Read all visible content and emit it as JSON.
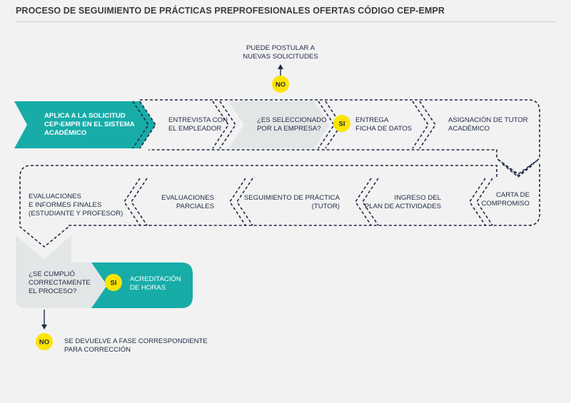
{
  "title": "PROCESO DE SEGUIMIENTO DE PRÁCTICAS PREPROFESIONALES OFERTAS CÓDIGO CEP-EMPR",
  "colors": {
    "teal": "#17aca8",
    "gray_fill": "#e3e6e6",
    "navy": "#1f2a44",
    "yellow": "#fde400",
    "background": "#f2f2f2"
  },
  "steps": {
    "aplica": [
      "APLICA A LA SOLICITUD",
      "CEP-EMPR EN EL SISTEMA",
      "ACADÉMICO"
    ],
    "entrevista": [
      "ENTREVISTA CON",
      "EL EMPLEADOR"
    ],
    "seleccionado": [
      "¿ES SELECCIONADO",
      "POR LA EMPRESA?"
    ],
    "ficha": [
      "ENTREGA",
      "FICHA DE DATOS"
    ],
    "tutor": [
      "ASIGNACIÓN DE TUTOR",
      "ACADÉMICO"
    ],
    "carta": [
      "CARTA DE",
      "COMPROMISO"
    ],
    "plan": [
      "INGRESO DEL",
      "PLAN DE ACTIVIDADES"
    ],
    "seguimiento": [
      "SEGUIMIENTO DE PRÁCTICA",
      "(TUTOR)"
    ],
    "parciales": [
      "EVALUACIONES",
      "PARCIALES"
    ],
    "finales": [
      "EVALUACIONES",
      "E INFORMES FINALES",
      "(ESTUDIANTE Y PROFESOR)"
    ],
    "cumplio": [
      "¿SE CUMPLIÓ",
      "CORRECTAMENTE",
      "EL PROCESO?"
    ],
    "acreditacion": [
      "ACREDITACIÓN",
      "DE HORAS"
    ]
  },
  "outcomes": {
    "postular": [
      "PUEDE POSTULAR A",
      "NUEVAS SOLICITUDES"
    ],
    "devuelve": [
      "SE DEVUELVE A FASE CORRESPONDIENTE",
      "PARA CORRECCIÓN"
    ]
  },
  "badges": {
    "no_top": "NO",
    "si_selected": "SI",
    "si_cumplio": "SI",
    "no_bottom": "NO"
  }
}
